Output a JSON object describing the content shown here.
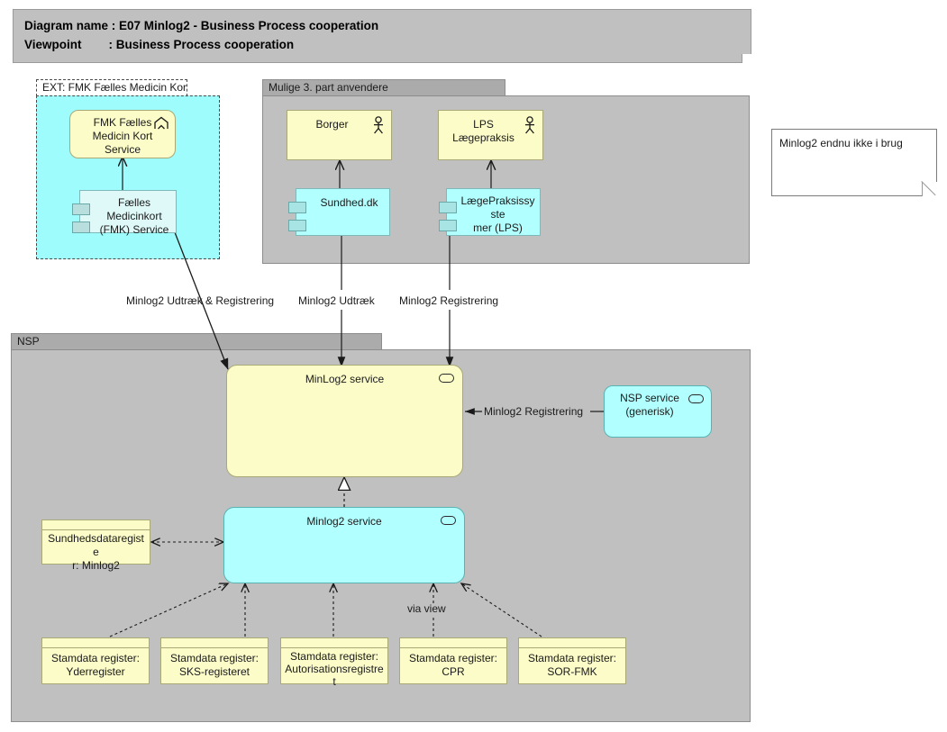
{
  "header": {
    "line1": "Diagram name : E07 Minlog2 - Business Process cooperation",
    "line2": "Viewpoint        : Business Process cooperation"
  },
  "groups": {
    "fmk": {
      "title": "EXT: FMK Fælles Medicin Kort"
    },
    "third_party": {
      "title": "Mulige 3. part anvendere"
    },
    "nsp": {
      "title": "NSP"
    }
  },
  "nodes": {
    "fmk_service": {
      "label": "FMK Fælles\nMedicin Kort\nService",
      "icon": "archimate-service-icon"
    },
    "fmk_component": {
      "label": "Fælles\nMedicinkort\n(FMK) Service",
      "icon": "component-icon"
    },
    "borger": {
      "label": "Borger",
      "icon": "actor-icon"
    },
    "lps_actor": {
      "label": "LPS\nLægepraksis",
      "icon": "actor-icon"
    },
    "sundhed_dk": {
      "label": "Sundhed.dk",
      "icon": "component-icon"
    },
    "lps_system": {
      "label": "LægePraksissyste\nmer (LPS)",
      "icon": "component-icon"
    },
    "minlog2_process": {
      "label": "MinLog2 service",
      "icon": "rounded-oval-icon"
    },
    "nsp_service": {
      "label": "NSP service\n(generisk)",
      "icon": "rounded-oval-icon"
    },
    "minlog2_service": {
      "label": "Minlog2 service",
      "icon": "rounded-oval-icon"
    },
    "sundhedsdataregister": {
      "label": "Sundhedsdataregiste\nr: Minlog2"
    },
    "stamdata_yderregister": {
      "label": "Stamdata register:\nYderregister"
    },
    "stamdata_sks": {
      "label": "Stamdata register:\nSKS-registeret"
    },
    "stamdata_autorisation": {
      "label": "Stamdata register:\nAutorisationsregistre\nt"
    },
    "stamdata_cpr": {
      "label": "Stamdata register:\nCPR"
    },
    "stamdata_sor_fmk": {
      "label": "Stamdata register:\nSOR-FMK"
    }
  },
  "note": {
    "text": "Minlog2 endnu ikke i brug"
  },
  "edge_labels": {
    "fmk_to_minlog": "Minlog2 Udtræk & Registrering",
    "sundhed_to_minlog": "Minlog2 Udtræk",
    "lps_to_minlog": "Minlog2 Registrering",
    "nsp_to_minlog": "Minlog2 Registrering",
    "via_view": "via view"
  },
  "colors": {
    "yellow_fill": "#fcfcc8",
    "cyan_fill": "#b2ffff",
    "group_grey": "#c0c0c0",
    "group_tab_grey": "#ababab",
    "ext_group_fill": "#9ffcfc",
    "line": "#1a1a1a"
  }
}
